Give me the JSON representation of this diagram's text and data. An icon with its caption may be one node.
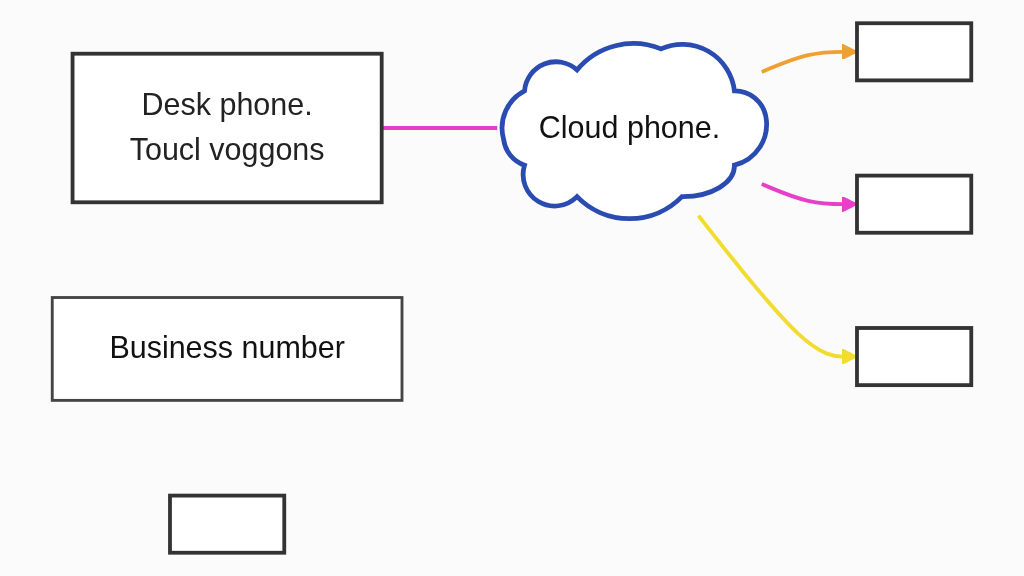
{
  "diagram": {
    "nodes": [
      {
        "text": [
          "Desk phone.",
          "Toucl voggons"
        ]
      },
      {
        "text": [
          "Business number"
        ]
      },
      {
        "text": [
          "Cloud phone."
        ]
      },
      {
        "text": [],
        "shape": "box"
      },
      {
        "text": [],
        "shape": "box"
      },
      {
        "text": [],
        "shape": "box"
      },
      {
        "text": [],
        "shape": "box"
      }
    ],
    "edges": [
      {
        "from": 0,
        "to": 2,
        "arrow": "none",
        "color": "#e83fc8"
      },
      {
        "from": 2,
        "to": 3,
        "arrow": "to",
        "color": "#f0a030"
      },
      {
        "from": 2,
        "to": 5,
        "arrow": "to",
        "color": "#e83fc8"
      },
      {
        "from": 2,
        "to": 6,
        "arrow": "to",
        "color": "#f2dc30"
      }
    ]
  }
}
